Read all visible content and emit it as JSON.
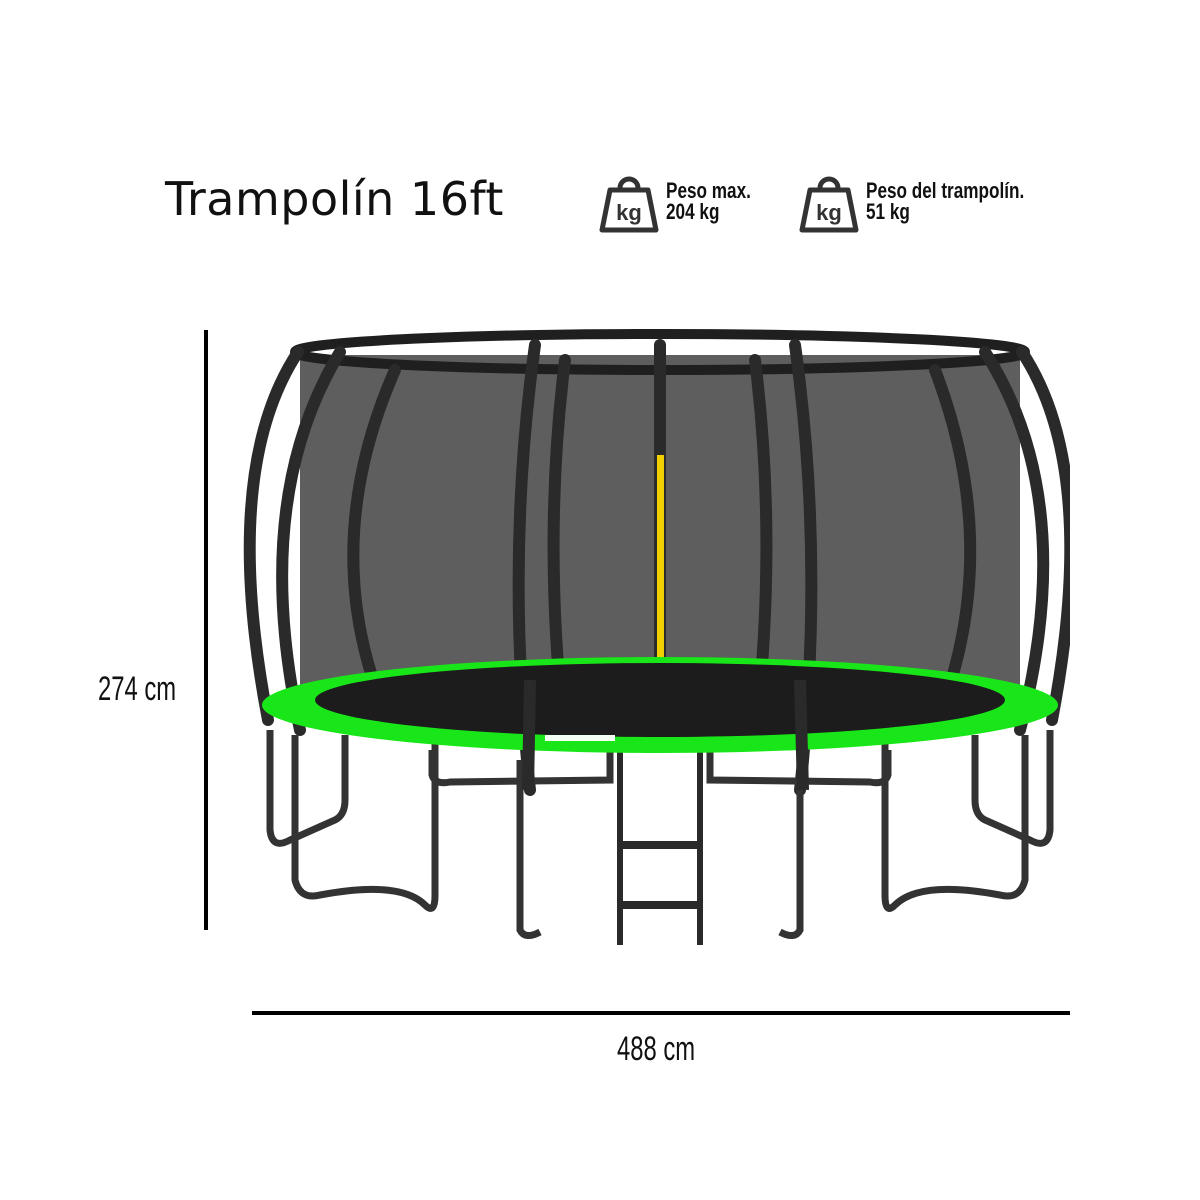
{
  "title": "Trampolín 16ft",
  "specs": [
    {
      "icon": "kg-weight-icon",
      "icon_text": "kg",
      "line1": "Peso max.",
      "line2": "204 kg"
    },
    {
      "icon": "kg-weight-icon",
      "icon_text": "kg",
      "line1": "Peso del trampolín.",
      "line2": "51 kg"
    }
  ],
  "dimensions": {
    "height": "274 cm",
    "width": "488 cm"
  },
  "colors": {
    "pad": "#19e619",
    "net": "#5a5a5a",
    "frame": "#2b2b2b",
    "pole": "#f2d000"
  }
}
